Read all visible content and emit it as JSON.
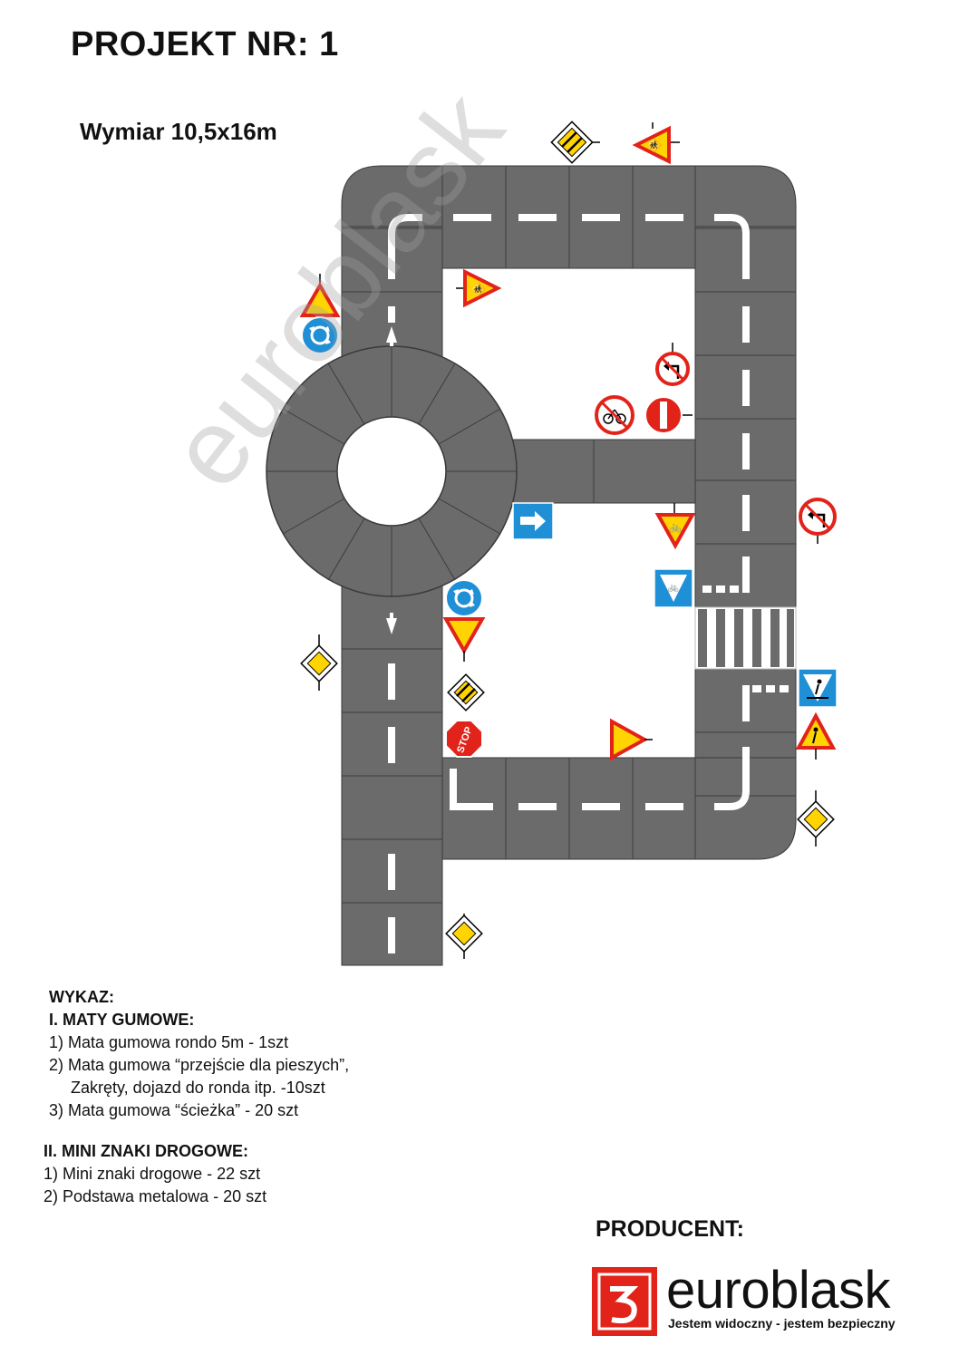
{
  "header": {
    "title": "PROJEKT NR: 1",
    "dimension": "Wymiar 10,5x16m"
  },
  "watermark": "euroblask",
  "signs": {
    "stop_label": "STOP"
  },
  "list": {
    "heading": "WYKAZ:",
    "section1_title": "I. MATY GUMOWE:",
    "section1_items": [
      "1) Mata gumowa rondo 5m - 1szt",
      "2) Mata gumowa “przejście dla pieszych”,",
      "Zakręty, dojazd do ronda itp. -10szt",
      "3) Mata gumowa “ścieżka” - 20 szt"
    ],
    "section2_title": "II. MINI ZNAKI DROGOWE:",
    "section2_items": [
      "1) Mini znaki drogowe - 22 szt",
      "2) Podstawa metalowa - 20 szt"
    ]
  },
  "producer": {
    "label": "PRODUCENT:",
    "brand": "euroblask",
    "slogan": "Jestem widoczny - jestem bezpieczny"
  },
  "colors": {
    "road": "#6b6b6b",
    "marking": "#ffffff",
    "sign_red": "#e2231a",
    "sign_yellow": "#ffd400",
    "sign_blue": "#1f8fd6"
  }
}
